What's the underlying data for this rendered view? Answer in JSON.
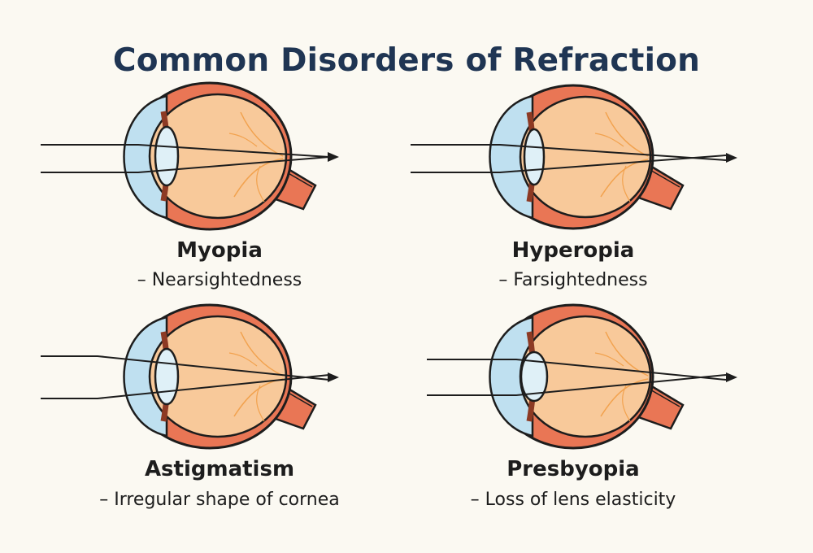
{
  "title": "Common Disorders of Refraction",
  "colors": {
    "title": "#1f3553",
    "sclera": "#e97655",
    "eyeball_fill": "#f8c99a",
    "cornea": "#bfe0f0",
    "lens": "#dff0f7",
    "vein": "#f2a24e",
    "outline": "#1d1d1d",
    "background": "#fbf9f2"
  },
  "panels": [
    {
      "name": "Myopia",
      "description": "– Nearsightedness",
      "eye_icon": "eye-cross-section",
      "condition": "myopia"
    },
    {
      "name": "Hyperopia",
      "description": "– Farsightedness",
      "eye_icon": "eye-cross-section",
      "condition": "hyperopia"
    },
    {
      "name": "Astigmatism",
      "description": "– Irregular shape of cornea",
      "eye_icon": "eye-cross-section",
      "condition": "astigmatism"
    },
    {
      "name": "Presbyopia",
      "description": "– Loss of lens elasticity",
      "eye_icon": "eye-cross-section",
      "condition": "presbyopia"
    }
  ]
}
